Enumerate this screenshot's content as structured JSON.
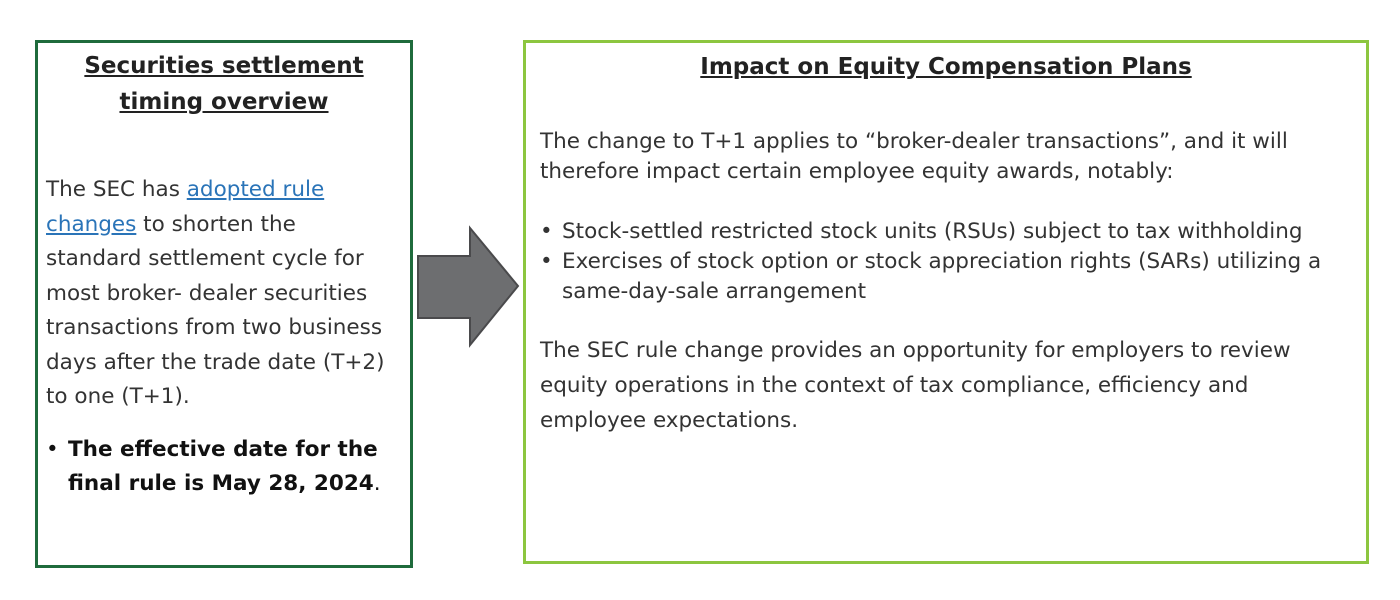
{
  "left_panel": {
    "title": "Securities settlement timing overview",
    "text_before_link": "The SEC has ",
    "link_text": "adopted rule changes",
    "text_after_link": " to shorten the standard  settlement cycle for most broker- dealer securities transactions  from two business days after the trade date (T+2) to one (T+1).",
    "bullet_bold": "The effective  date for the final rule is May 28, 2024",
    "bullet_end": "."
  },
  "right_panel": {
    "title": "Impact on Equity Compensation Plans",
    "intro": "The change to T+1 applies to “broker-dealer transactions”, and it will therefore impact certain employee equity awards, notably:",
    "bullets": [
      "Stock-settled restricted stock units (RSUs) subject to tax withholding",
      "Exercises of stock option or stock appreciation rights (SARs) utilizing a same-day-sale arrangement"
    ],
    "conclusion": "The SEC rule change provides an opportunity for employers to review equity operations in the context of tax compliance, efficiency and employee expectations."
  },
  "colors": {
    "left_border": "#1f6b3c",
    "right_border": "#8cc63f",
    "arrow": "#6d6e70",
    "link": "#2a74b8"
  }
}
